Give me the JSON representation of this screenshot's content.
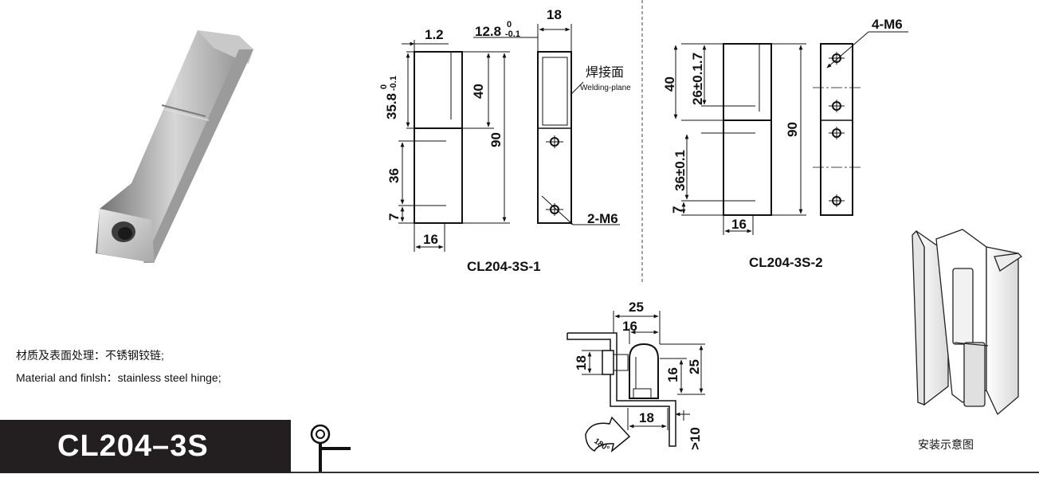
{
  "material": {
    "cn": "材质及表面处理：不锈钢铰链;",
    "en": "Material and finlsh：stainless steel hinge;"
  },
  "product_code": "CL204–3S",
  "drawing1": {
    "name": "CL204-3S-1",
    "dim_top_left": "1.2",
    "dim_top_mid_base": "12.8",
    "dim_top_mid_sup": "0",
    "dim_top_mid_sub": "-0.1",
    "dim_side_width": "18",
    "dim_left_base": "35.8",
    "dim_left_sup": "0",
    "dim_left_sub": "-0.1",
    "dim_40": "40",
    "dim_90": "90",
    "dim_36": "36",
    "dim_7": "7",
    "dim_16": "16",
    "weld_cn": "焊接面",
    "weld_en": "Welding-plane",
    "thread": "2-M6"
  },
  "drawing2": {
    "name": "CL204-3S-2",
    "dim_40": "40",
    "dim_26": "26±0.1.7",
    "dim_90": "90",
    "dim_36": "36±0.1",
    "dim_7": "7",
    "dim_16": "16",
    "thread": "4-M6"
  },
  "install": {
    "dim_25_top": "25",
    "dim_16_top": "16",
    "dim_18_left": "18",
    "dim_16_right": "16",
    "dim_25_right": "25",
    "dim_18_bottom": "18",
    "dim_ge10": ">10",
    "angle": "180°"
  },
  "install_diagram_label": "安装示意图"
}
